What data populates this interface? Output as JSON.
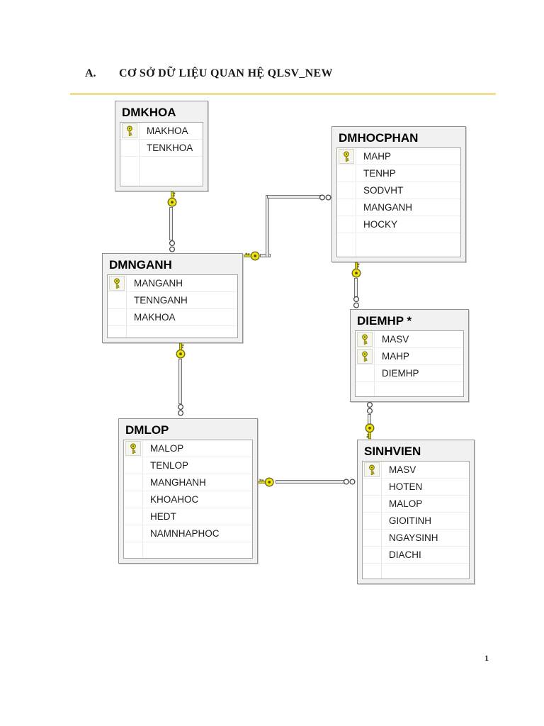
{
  "page": {
    "heading": {
      "index": "A.",
      "title": "CƠ SỞ DỮ LIỆU QUAN HỆ QLSV_NEW"
    },
    "page_number": "1"
  },
  "colors": {
    "heading_rule": "#f3db94",
    "key_icon_fill": "#f3e30d",
    "key_icon_stroke": "#6e6e1e",
    "table_background": "#f1f1f1",
    "table_border": "#8f8f8f",
    "panel_border": "#a6a6a6",
    "connector_edge": "#6f6f6f",
    "connector_fill": "#ebebeb"
  },
  "icons": {
    "primary_key": "key-icon",
    "one_end": "key-icon",
    "many_end": "infinity-icon"
  },
  "diagram": {
    "tables": [
      {
        "title": "DMKHOA",
        "columns": [
          {
            "name": "MAKHOA",
            "pk": true
          },
          {
            "name": "TENKHOA",
            "pk": false
          }
        ]
      },
      {
        "title": "DMHOCPHAN",
        "columns": [
          {
            "name": "MAHP",
            "pk": true
          },
          {
            "name": "TENHP",
            "pk": false
          },
          {
            "name": "SODVHT",
            "pk": false
          },
          {
            "name": "MANGANH",
            "pk": false
          },
          {
            "name": "HOCKY",
            "pk": false
          }
        ]
      },
      {
        "title": "DMNGANH",
        "columns": [
          {
            "name": "MANGANH",
            "pk": true
          },
          {
            "name": "TENNGANH",
            "pk": false
          },
          {
            "name": "MAKHOA",
            "pk": false
          }
        ]
      },
      {
        "title": "DIEMHP *",
        "columns": [
          {
            "name": "MASV",
            "pk": true
          },
          {
            "name": "MAHP",
            "pk": true
          },
          {
            "name": "DIEMHP",
            "pk": false
          }
        ]
      },
      {
        "title": "DMLOP",
        "columns": [
          {
            "name": "MALOP",
            "pk": true
          },
          {
            "name": "TENLOP",
            "pk": false
          },
          {
            "name": "MANGHANH",
            "pk": false
          },
          {
            "name": "KHOAHOC",
            "pk": false
          },
          {
            "name": "HEDT",
            "pk": false
          },
          {
            "name": "NAMNHAPHOC",
            "pk": false
          }
        ]
      },
      {
        "title": "SINHVIEN",
        "columns": [
          {
            "name": "MASV",
            "pk": true
          },
          {
            "name": "HOTEN",
            "pk": false
          },
          {
            "name": "MALOP",
            "pk": false
          },
          {
            "name": "GIOITINH",
            "pk": false
          },
          {
            "name": "NGAYSINH",
            "pk": false
          },
          {
            "name": "DIACHI",
            "pk": false
          }
        ]
      }
    ],
    "relations": [
      {
        "one": "DMKHOA",
        "many": "DMNGANH"
      },
      {
        "one": "DMNGANH",
        "many": "DMHOCPHAN"
      },
      {
        "one": "DMHOCPHAN",
        "many": "DIEMHP"
      },
      {
        "one": "SINHVIEN",
        "many": "DIEMHP"
      },
      {
        "one": "DMNGANH",
        "many": "DMLOP"
      },
      {
        "one": "DMLOP",
        "many": "SINHVIEN"
      }
    ]
  }
}
